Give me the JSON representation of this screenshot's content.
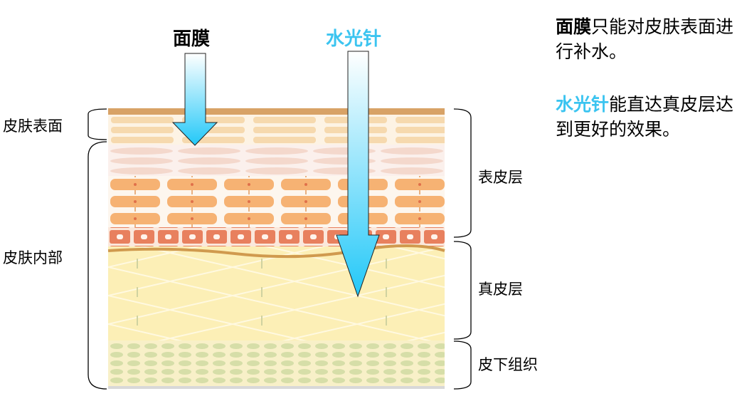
{
  "titles": {
    "mask": "面膜",
    "needle": "水光针"
  },
  "left_labels": {
    "surface": "皮肤表面",
    "inner": "皮肤内部"
  },
  "right_labels": {
    "epidermis": "表皮层",
    "dermis": "真皮层",
    "subcutaneous": "皮下组织"
  },
  "description": {
    "p1_term": "面膜",
    "p1_text": "只能对皮肤表面进行补水。",
    "p2_term": "水光针",
    "p2_text": "能直达真皮层达到更好的效果。"
  },
  "colors": {
    "accent": "#3bc4f0",
    "text": "#000000"
  }
}
